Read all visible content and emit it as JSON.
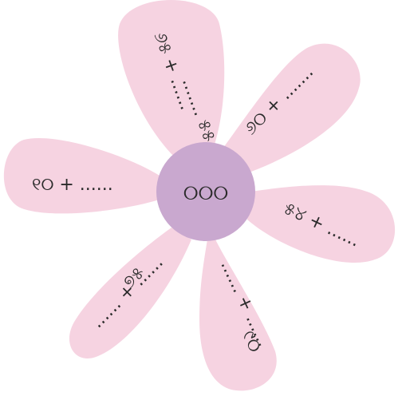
{
  "center": {
    "value": "୦୦୦"
  },
  "petals": [
    {
      "id": "top",
      "top": "୬୫ + ......",
      "bottom": "....... ୫୫"
    },
    {
      "id": "upper-right",
      "top": "୬୦ + .......",
      "bottom": "......"
    },
    {
      "id": "right",
      "top": "୫୪ + ......",
      "bottom": "......"
    },
    {
      "id": "lower-right",
      "top": "...... + ......",
      "bottom": "୯୦"
    },
    {
      "id": "lower-left",
      "top": "୭୫",
      "bottom": "...... + ......"
    },
    {
      "id": "left",
      "top": "୧୦ + ......",
      "bottom": "......"
    }
  ],
  "colors": {
    "petal": "#f6d3e1",
    "center": "#c9a8cf",
    "text": "#2b2b2b"
  }
}
